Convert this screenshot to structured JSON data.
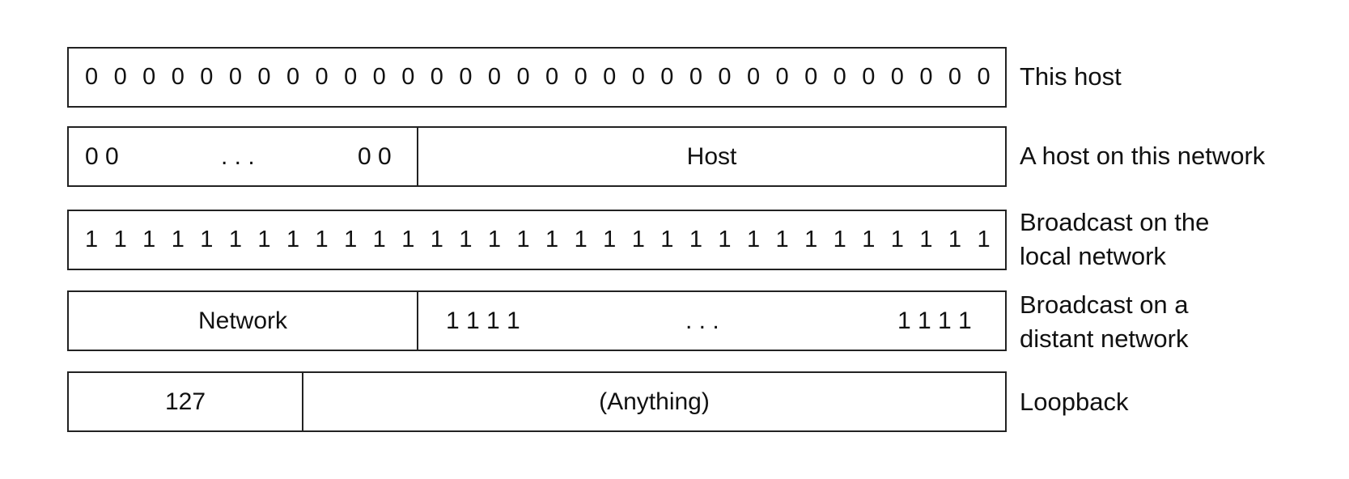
{
  "rows": [
    {
      "id": "this-host",
      "bits": [
        "0",
        "0",
        "0",
        "0",
        "0",
        "0",
        "0",
        "0",
        "0",
        "0",
        "0",
        "0",
        "0",
        "0",
        "0",
        "0",
        "0",
        "0",
        "0",
        "0",
        "0",
        "0",
        "0",
        "0",
        "0",
        "0",
        "0",
        "0",
        "0",
        "0",
        "0",
        "0"
      ],
      "label_lines": [
        "This host"
      ]
    },
    {
      "id": "host-on-this-network",
      "left": {
        "start": "0  0",
        "dots": ". . .",
        "end": "0  0"
      },
      "right": "Host",
      "label_lines": [
        "A host on this network"
      ]
    },
    {
      "id": "broadcast-local",
      "bits": [
        "1",
        "1",
        "1",
        "1",
        "1",
        "1",
        "1",
        "1",
        "1",
        "1",
        "1",
        "1",
        "1",
        "1",
        "1",
        "1",
        "1",
        "1",
        "1",
        "1",
        "1",
        "1",
        "1",
        "1",
        "1",
        "1",
        "1",
        "1",
        "1",
        "1",
        "1",
        "1"
      ],
      "label_lines": [
        "Broadcast on the",
        "local network"
      ]
    },
    {
      "id": "broadcast-distant",
      "left": "Network",
      "right": {
        "start": "1 1 1 1",
        "dots": ". . .",
        "end": "1 1 1 1"
      },
      "label_lines": [
        "Broadcast on a",
        "distant network"
      ]
    },
    {
      "id": "loopback",
      "left": "127",
      "right": "(Anything)",
      "label_lines": [
        "Loopback"
      ]
    }
  ]
}
